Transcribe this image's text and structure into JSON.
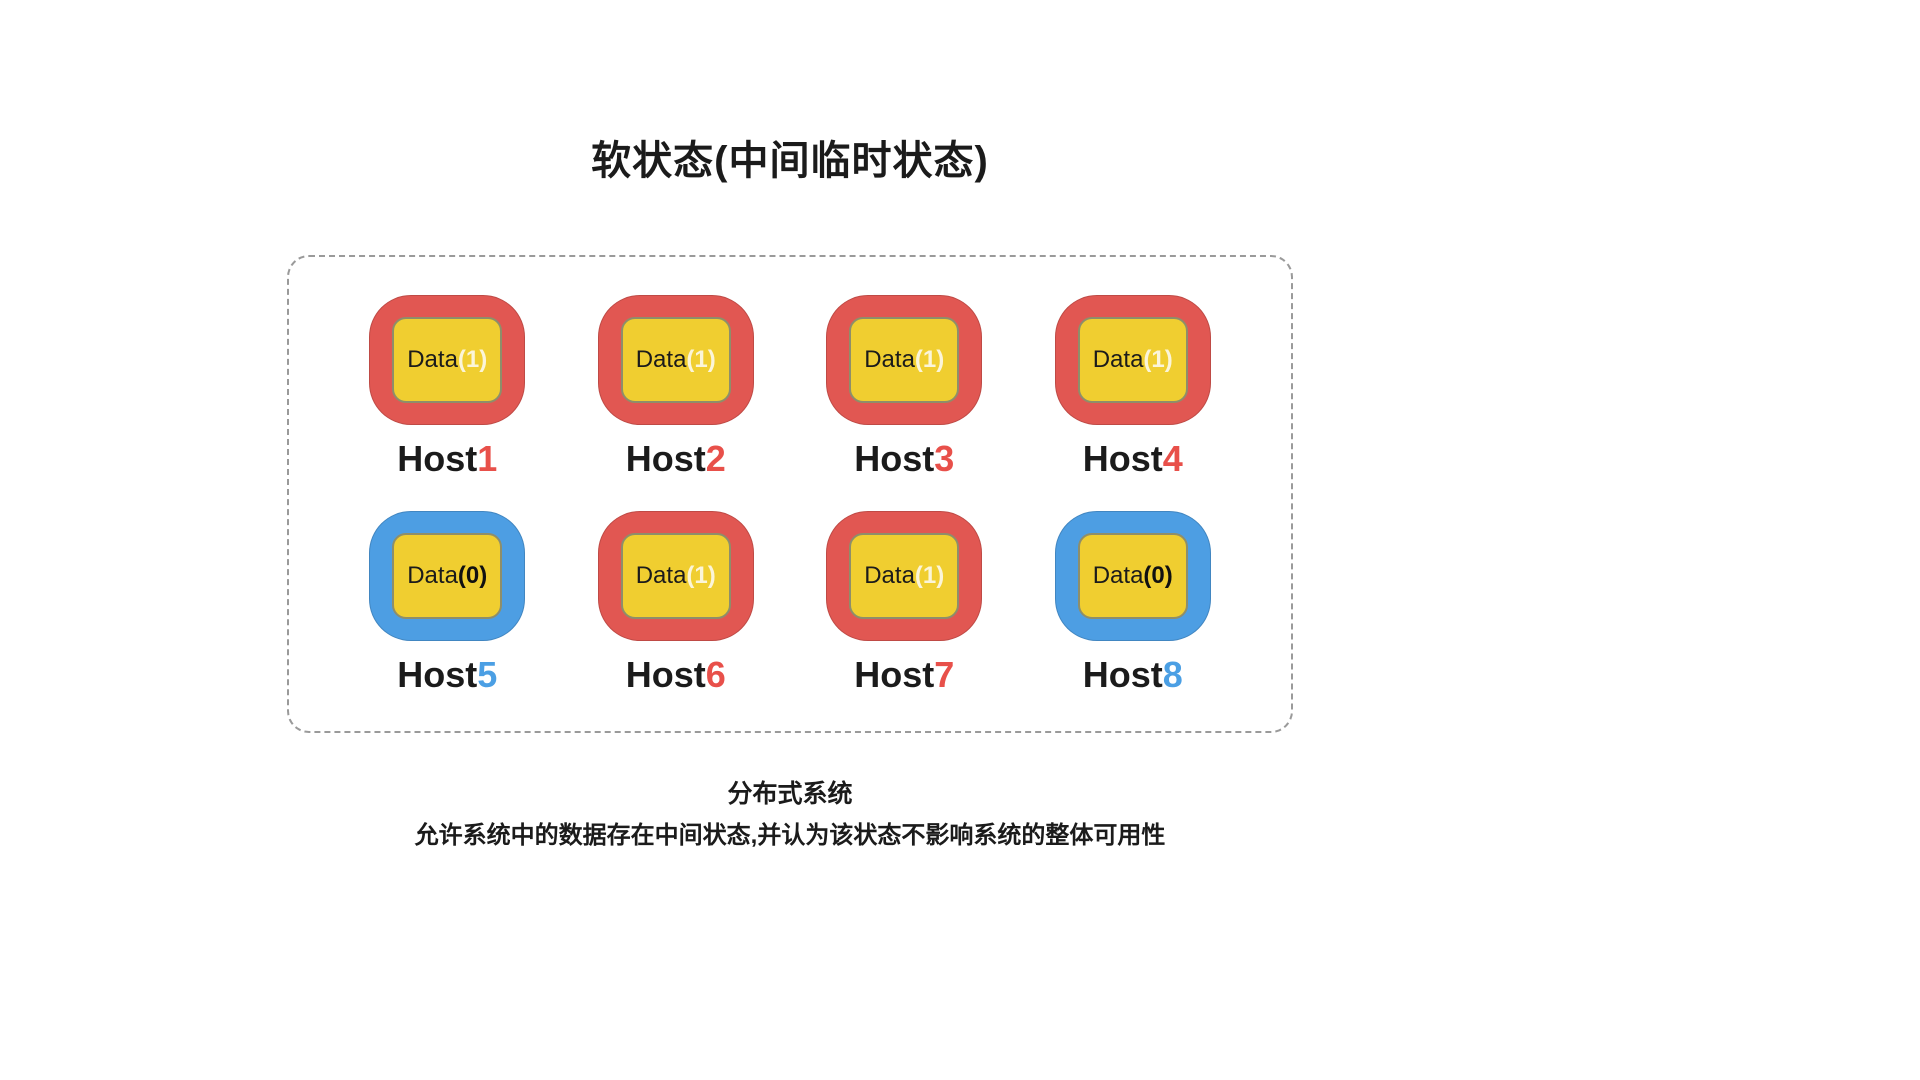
{
  "title": "软状态(中间临时状态)",
  "diagram": {
    "hosts": [
      {
        "label": "Host",
        "number": "1",
        "data_prefix": "Data",
        "data_value": "(1)",
        "state": "updated"
      },
      {
        "label": "Host",
        "number": "2",
        "data_prefix": "Data",
        "data_value": "(1)",
        "state": "updated"
      },
      {
        "label": "Host",
        "number": "3",
        "data_prefix": "Data",
        "data_value": "(1)",
        "state": "updated"
      },
      {
        "label": "Host",
        "number": "4",
        "data_prefix": "Data",
        "data_value": "(1)",
        "state": "updated"
      },
      {
        "label": "Host",
        "number": "5",
        "data_prefix": "Data",
        "data_value": "(0)",
        "state": "intermediate"
      },
      {
        "label": "Host",
        "number": "6",
        "data_prefix": "Data",
        "data_value": "(1)",
        "state": "updated"
      },
      {
        "label": "Host",
        "number": "7",
        "data_prefix": "Data",
        "data_value": "(1)",
        "state": "updated"
      },
      {
        "label": "Host",
        "number": "8",
        "data_prefix": "Data",
        "data_value": "(0)",
        "state": "intermediate"
      }
    ]
  },
  "caption": {
    "line1": "分布式系统",
    "line2": "允许系统中的数据存在中间状态,并认为该状态不影响系统的整体可用性"
  },
  "colors": {
    "updated_node": "#E15752",
    "intermediate_node": "#4D9EE3",
    "data_box": "#F0CE30",
    "updated_number": "#E8504A",
    "intermediate_number": "#4B9FE4"
  }
}
